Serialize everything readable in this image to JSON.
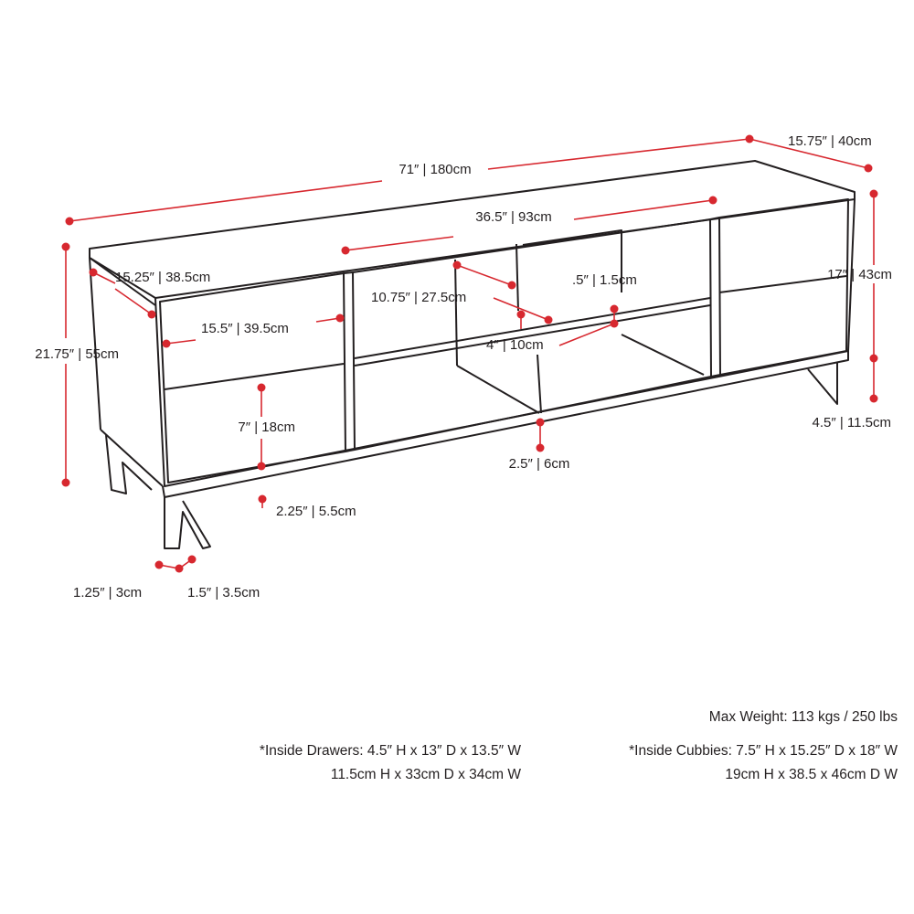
{
  "dimensions": {
    "overall_width": "71″ | 180cm",
    "overall_depth": "15.75″ | 40cm",
    "center_width": "36.5″ | 93cm",
    "top_depth": "15.25″ | 38.5cm",
    "right_height": "17″ | 43cm",
    "total_height": "21.75″ | 55cm",
    "drawer_depth": "15.5″ | 39.5cm",
    "cubby_depth": "10.75″ | 27.5cm",
    "shelf_thickness": ".5″ | 1.5cm",
    "divider_width": "4″ | 10cm",
    "drawer_height": "7″ | 18cm",
    "leg_height": "4.5″ | 11.5cm",
    "base_height": "2.5″ | 6cm",
    "apron_height": "2.25″ | 5.5cm",
    "leg_bottom": "1.25″ | 3cm",
    "leg_top": "1.5″ | 3.5cm"
  },
  "specs": {
    "max_weight": "Max Weight: 113 kgs / 250 lbs",
    "drawers_in": "*Inside Drawers: 4.5″ H x 13″ D x 13.5″ W",
    "drawers_cm": "11.5cm H x 33cm D x 34cm W",
    "cubbies_in": "*Inside Cubbies: 7.5″ H x 15.25″ D x 18″ W",
    "cubbies_cm": "19cm H x 38.5 x 46cm D W"
  },
  "colors": {
    "line": "#231f20",
    "marker": "#d7282f"
  }
}
